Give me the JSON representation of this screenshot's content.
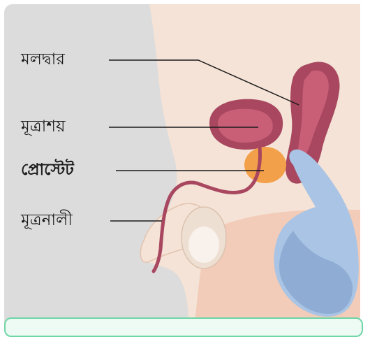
{
  "diagram": {
    "labels": {
      "rectum": "মলদ্বার",
      "bladder": "মূত্রাশয়",
      "prostate": "প্রোস্টেট",
      "urethra": "মূত্রনালী"
    },
    "emphasized_label": "prostate",
    "colors": {
      "background_panel": "#dcdcdc",
      "skin": "#f4e3d6",
      "skin_shadow": "#e8c3ad",
      "organ": "#a8475f",
      "organ_light": "#c85f77",
      "prostate": "#f3a04a",
      "glove": "#a9c4e4",
      "glove_shadow": "#7f9fc9",
      "leader_line": "#1b1b1b",
      "footer_border": "#6fd6a6"
    },
    "icons": [
      "glove-hand-icon"
    ]
  }
}
